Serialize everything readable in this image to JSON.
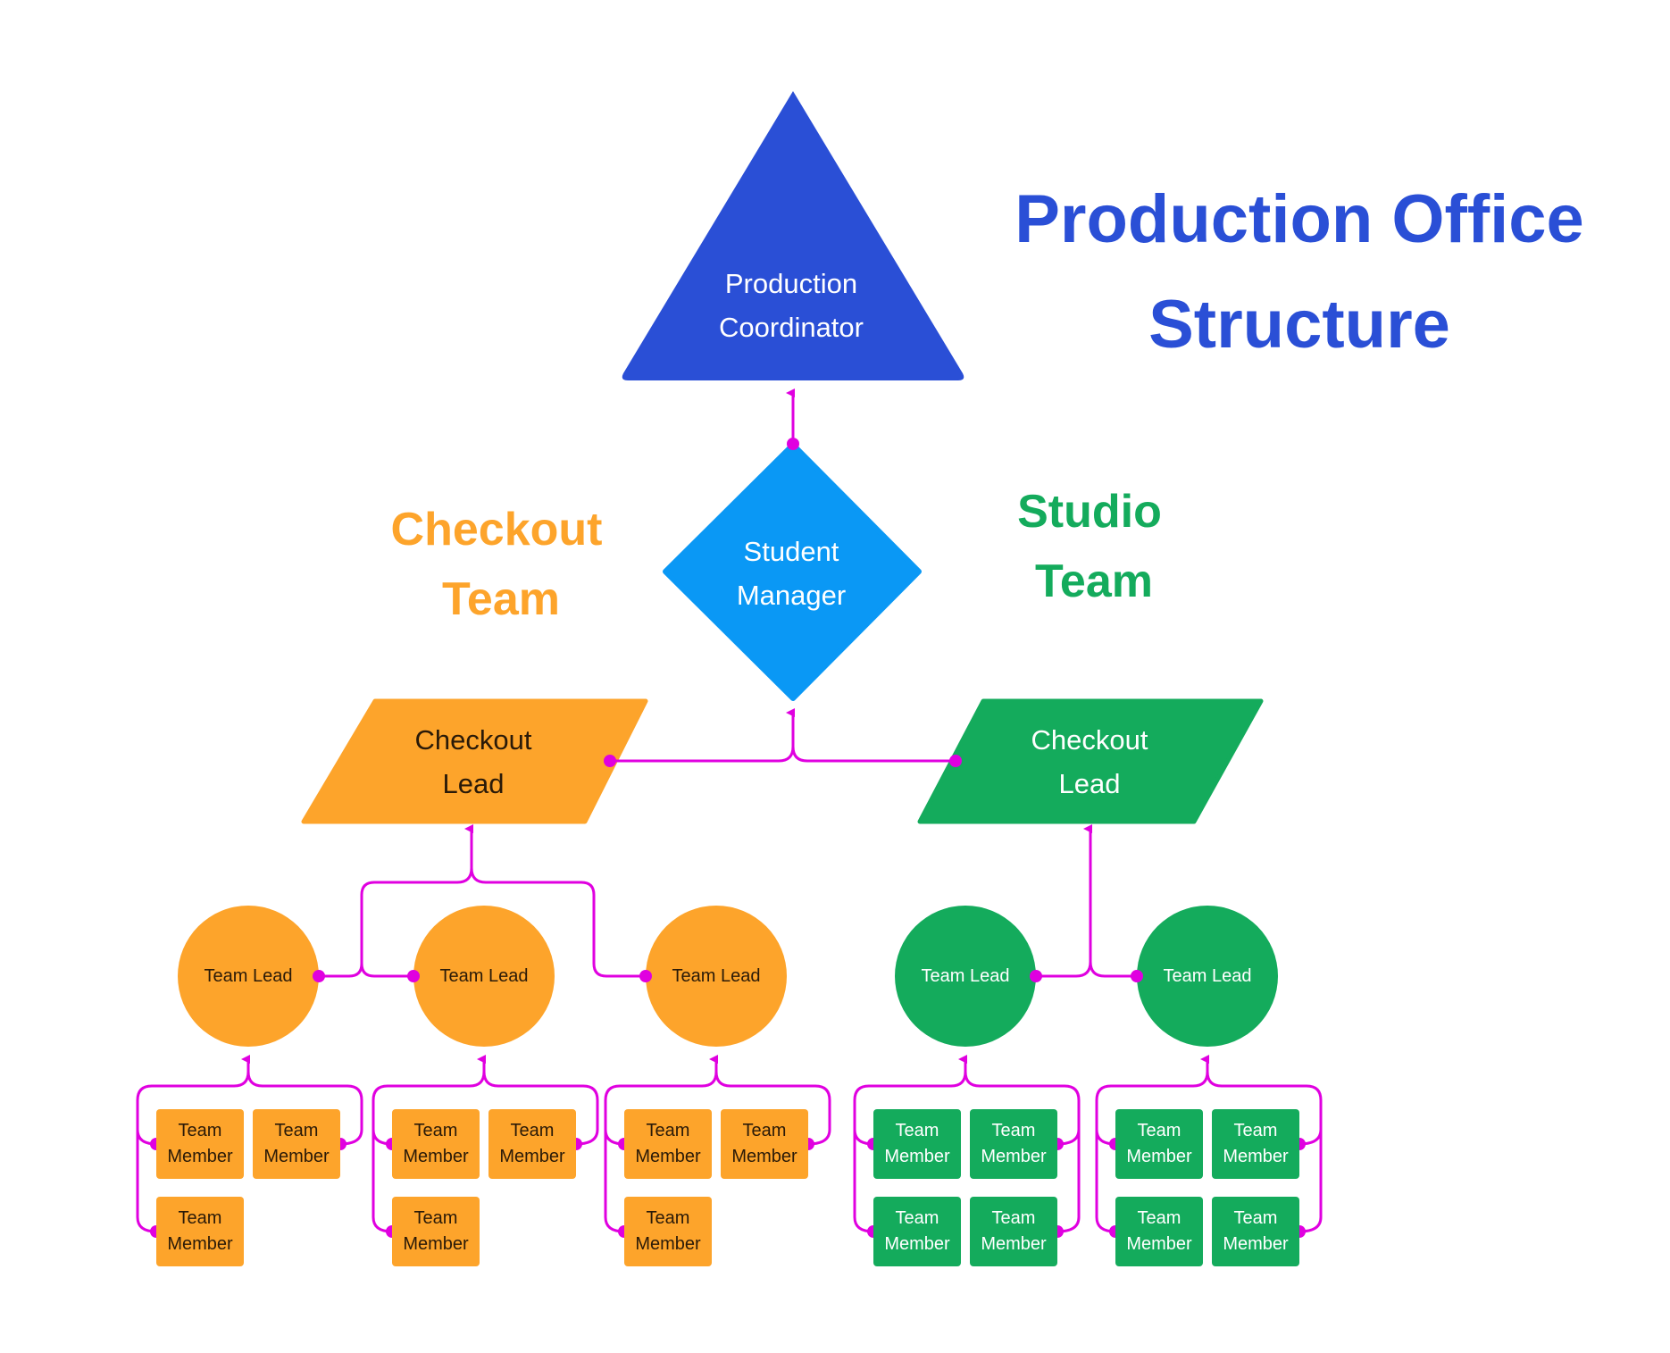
{
  "title": {
    "line1": "Production Office",
    "line2": "Structure"
  },
  "colors": {
    "coordinator": "#2a4fd6",
    "manager": "#0a98f5",
    "checkout": "#fda42b",
    "studio": "#14ab5c",
    "connector": "#e000e0",
    "dark_text": "#2a1a08",
    "light_text": "#ffffff"
  },
  "coordinator": {
    "line1": "Production",
    "line2": "Coordinator",
    "shape": "triangle"
  },
  "manager": {
    "line1": "Student",
    "line2": "Manager",
    "shape": "diamond"
  },
  "teams": {
    "checkout": {
      "label_line1": "Checkout",
      "label_line2": "Team",
      "lead": {
        "line1": "Checkout",
        "line2": "Lead",
        "shape": "parallelogram"
      },
      "team_leads": [
        {
          "label": "Team Lead",
          "members": [
            "Team Member",
            "Team Member",
            "Team Member"
          ]
        },
        {
          "label": "Team Lead",
          "members": [
            "Team Member",
            "Team Member",
            "Team Member"
          ]
        },
        {
          "label": "Team Lead",
          "members": [
            "Team Member",
            "Team Member",
            "Team Member"
          ]
        }
      ]
    },
    "studio": {
      "label_line1": "Studio",
      "label_line2": "Team",
      "lead": {
        "line1": "Checkout",
        "line2": "Lead",
        "shape": "parallelogram"
      },
      "team_leads": [
        {
          "label": "Team Lead",
          "members": [
            "Team Member",
            "Team Member",
            "Team Member",
            "Team Member"
          ]
        },
        {
          "label": "Team Lead",
          "members": [
            "Team Member",
            "Team Member",
            "Team Member",
            "Team Member"
          ]
        }
      ]
    }
  },
  "member_label": {
    "line1": "Team",
    "line2": "Member"
  }
}
